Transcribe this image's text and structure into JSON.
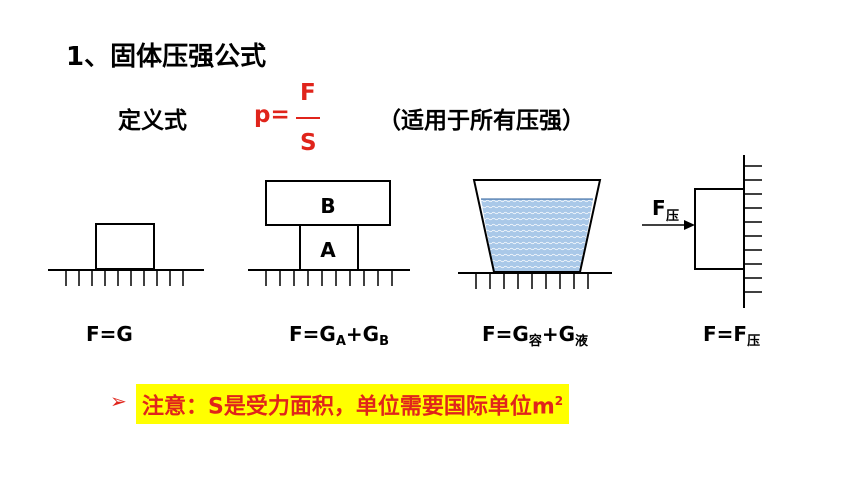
{
  "title": "1、固体压强公式",
  "definition": {
    "label": "定义式",
    "formula_lhs": "p=",
    "numerator": "F",
    "denominator": "S",
    "applies": "（适用于所有压强）"
  },
  "diagrams": {
    "block_b_label": "B",
    "block_a_label": "A",
    "force_label": "F",
    "force_sub": "压"
  },
  "captions": [
    {
      "main": "F=G",
      "parts": []
    },
    {
      "p1": "F=G",
      "s1": "A",
      "p2": "+G",
      "s2": "B"
    },
    {
      "p1": "F=G",
      "s1": "容",
      "p2": "+G",
      "s2": "液"
    },
    {
      "p1": "F=F",
      "s1": "压"
    }
  ],
  "notice": {
    "text": "注意：S是受力面积，单位需要国际单位m",
    "sup": "2"
  },
  "colors": {
    "accent_red": "#e0241b",
    "highlight_yellow": "#ffff00",
    "water_blue": "#a9c8e8"
  }
}
